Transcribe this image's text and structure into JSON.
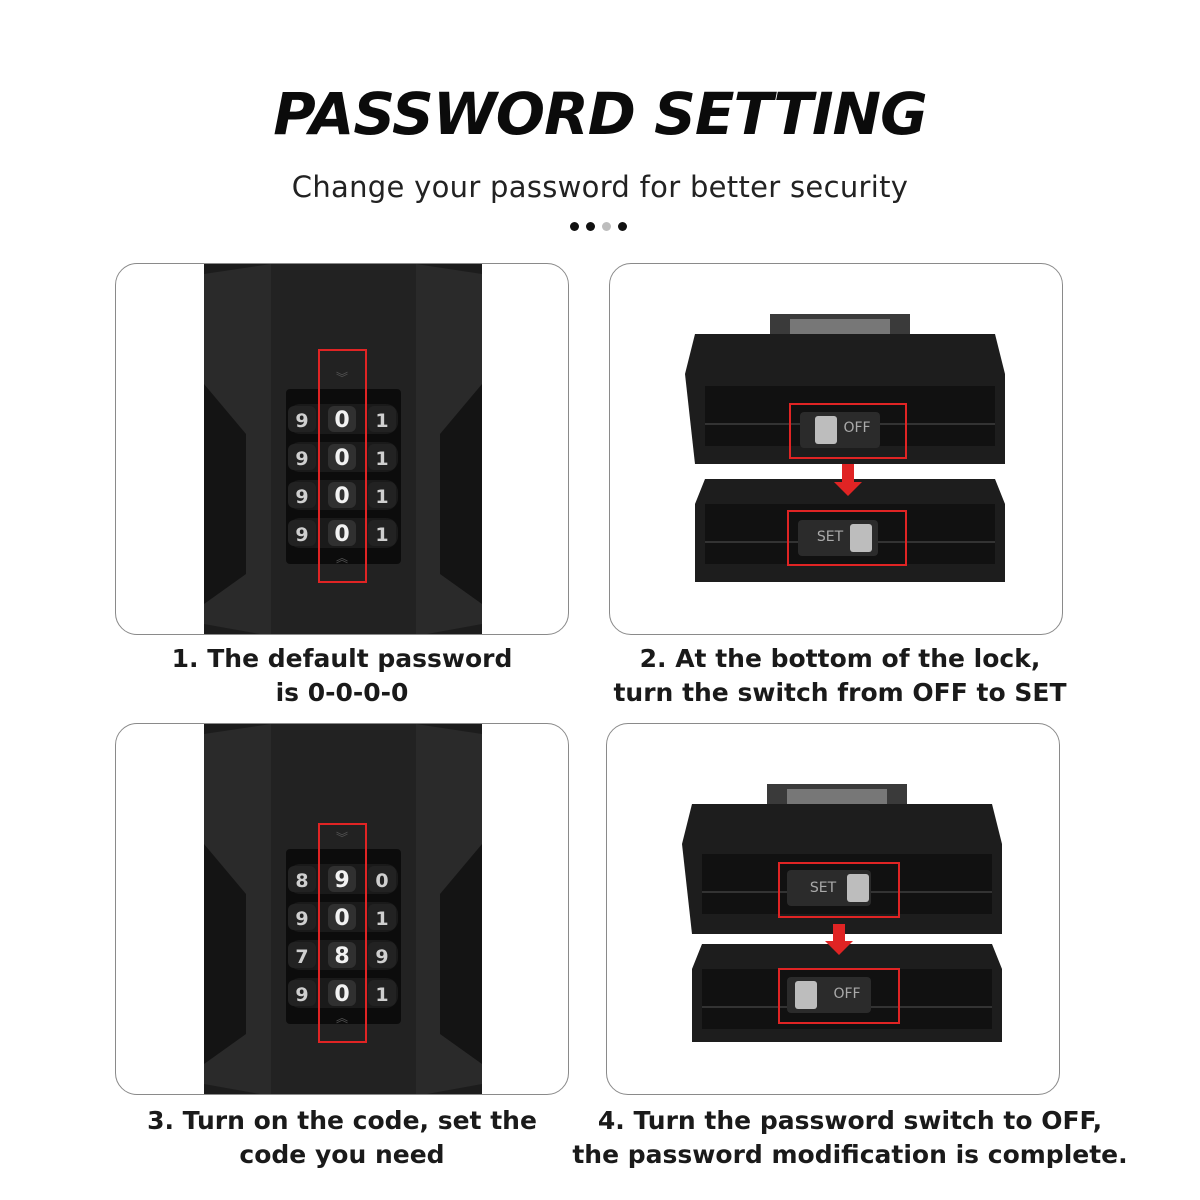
{
  "header": {
    "title": "PASSWORD SETTING",
    "subtitle": "Change your password for better security"
  },
  "steps": [
    {
      "caption_line1": "1. The default password",
      "caption_line2": "is 0-0-0-0",
      "dials": [
        [
          "9",
          "0",
          "1"
        ],
        [
          "9",
          "0",
          "1"
        ],
        [
          "9",
          "0",
          "1"
        ],
        [
          "9",
          "0",
          "1"
        ]
      ]
    },
    {
      "caption_line1": "2. At the bottom of the lock,",
      "caption_line2": "turn the switch from OFF to SET",
      "switch_top": "OFF",
      "switch_bottom": "SET"
    },
    {
      "caption_line1": "3. Turn on the code, set the",
      "caption_line2": "code you need",
      "dials": [
        [
          "8",
          "9",
          "0"
        ],
        [
          "9",
          "0",
          "1"
        ],
        [
          "7",
          "8",
          "9"
        ],
        [
          "9",
          "0",
          "1"
        ]
      ]
    },
    {
      "caption_line1": "4. Turn the password switch to OFF,",
      "caption_line2": "the password modification is complete.",
      "switch_top": "SET",
      "switch_bottom": "OFF"
    }
  ],
  "colors": {
    "highlight": "#e02424",
    "lock_body": "#1b1b1b"
  }
}
